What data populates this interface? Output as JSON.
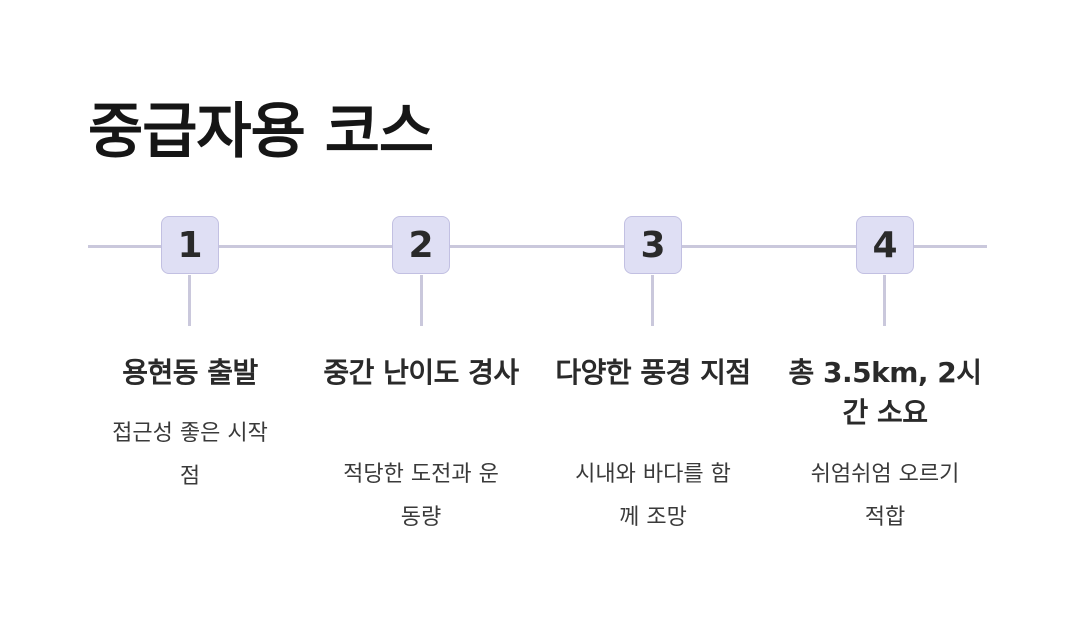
{
  "title": "중급자용 코스",
  "colors": {
    "line": "#cac8dc",
    "badge_fill": "#dfdff4",
    "badge_border": "#c2c0e2"
  },
  "steps": [
    {
      "number": "1",
      "title": "용현동 출발",
      "description": "접근성 좋은 시작점"
    },
    {
      "number": "2",
      "title": "중간 난이도 경사",
      "description": "적당한 도전과 운동량"
    },
    {
      "number": "3",
      "title": "다양한 풍경 지점",
      "description": "시내와 바다를 함께 조망"
    },
    {
      "number": "4",
      "title": "총 3.5km, 2시간 소요",
      "description": "쉬엄쉬엄 오르기 적합"
    }
  ]
}
